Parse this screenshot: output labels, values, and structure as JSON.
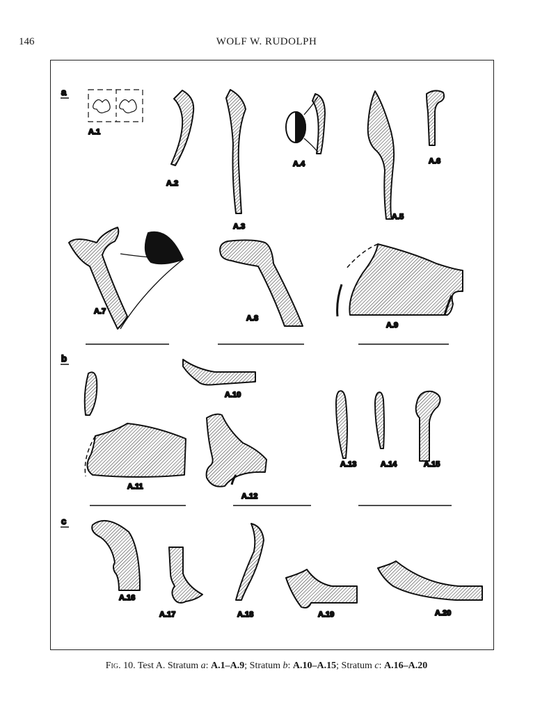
{
  "header": {
    "page_number": "146",
    "running_title": "WOLF W. RUDOLPH"
  },
  "sections": [
    "a",
    "b",
    "c"
  ],
  "labels": {
    "A1": "A.1",
    "A2": "A.2",
    "A3": "A.3",
    "A4": "A.4",
    "A5": "A.5",
    "A6": "A.6",
    "A7": "A.7",
    "A8": "A.8",
    "A9": "A.9",
    "A10": "A.10",
    "A11": "A.11",
    "A12": "A.12",
    "A13": "A.13",
    "A14": "A.14",
    "A15": "A.15",
    "A16": "A.16",
    "A17": "A.17",
    "A18": "A.18",
    "A19": "A.19",
    "A20": "A.20"
  },
  "caption": {
    "fig": "Fig. 10.",
    "t1": " Test A. Stratum ",
    "s1": "a",
    "t2": ": ",
    "r1": "A.1–A.9",
    "t3": "; Stratum ",
    "s2": "b",
    "t4": ": ",
    "r2": "A.10–A.15",
    "t5": "; Stratum ",
    "s3": "c",
    "t6": ": ",
    "r3": "A.16–A.20"
  }
}
